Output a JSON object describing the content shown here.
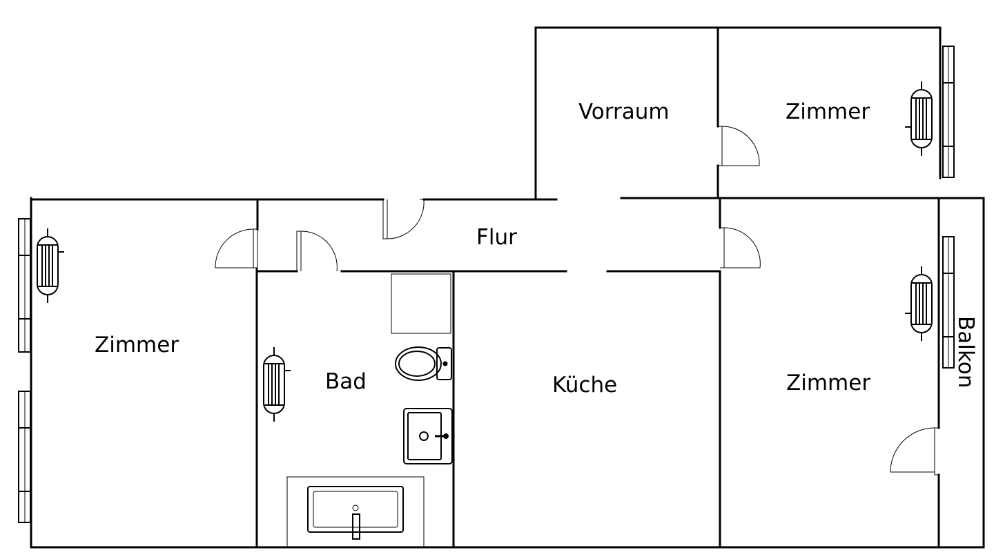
{
  "rooms": {
    "vorraum": "Vorraum",
    "zimmer_top_right": "Zimmer",
    "flur": "Flur",
    "zimmer_left": "Zimmer",
    "bad": "Bad",
    "kueche": "Küche",
    "zimmer_bottom_right": "Zimmer",
    "balkon": "Balkon"
  },
  "icons": {
    "radiator": "radiator-icon",
    "window": "window-icon",
    "door": "door-swing-icon",
    "toilet": "toilet-icon",
    "sink": "sink-icon",
    "bathtub": "bathtub-icon",
    "shower": "shower-tray-icon"
  },
  "colors": {
    "line": "#000000",
    "background": "#ffffff"
  }
}
